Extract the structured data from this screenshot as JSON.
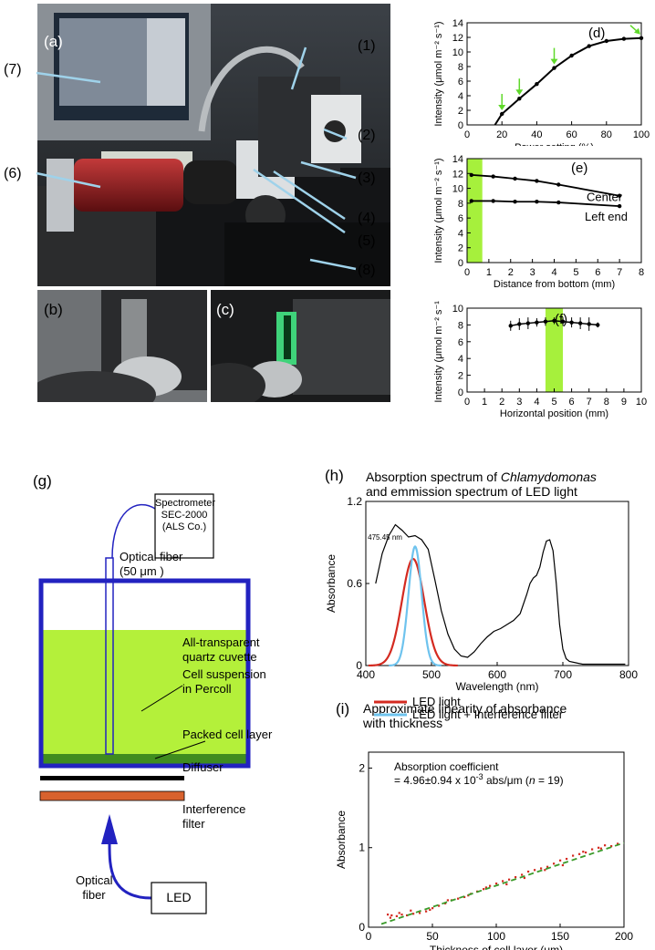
{
  "panels": {
    "a": "(a)",
    "b": "(b)",
    "c": "(c)",
    "d": "(d)",
    "e": "(e)",
    "f": "(f)",
    "g": "(g)",
    "h": "(h)",
    "i": "(i)"
  },
  "photo_callouts": [
    "(1)",
    "(2)",
    "(3)",
    "(4)",
    "(5)",
    "(6)",
    "(7)",
    "(8)"
  ],
  "colors": {
    "green_highlight": "#a6f03c",
    "led_red": "#d42a20",
    "filter_blue": "#6ec3ee",
    "fit_green": "#3a9a2a",
    "cuvette_blue": "#2222c0",
    "suspension": "#b4f03a",
    "packed_layer": "#3f8c1f",
    "filter_orange": "#d8622e",
    "callout_line": "#9fd2ea"
  },
  "diagram": {
    "spectrometer_line1": "Spectrometer",
    "spectrometer_line2": "SEC-2000",
    "spectrometer_line3": "(ALS Co.)",
    "fiber_top_line1": "Optical fiber",
    "fiber_top_line2": "(50 μm )",
    "cuvette_line1": "All-transparent",
    "cuvette_line2": "quartz cuvette",
    "suspension_line1": "Cell suspension",
    "suspension_line2": "in Percoll",
    "packed": "Packed cell layer",
    "diffuser": "Diffuser",
    "filter_line1": "Interference",
    "filter_line2": "filter",
    "fiber_bottom_line1": "Optical",
    "fiber_bottom_line2": "fiber",
    "led": "LED"
  },
  "chart_data": [
    {
      "id": "d",
      "type": "line",
      "xlabel": "Power setting (%)",
      "ylabel": "Intensity (μmol m⁻² s⁻¹)",
      "xlim": [
        0,
        100
      ],
      "ylim": [
        0,
        14
      ],
      "xticks": [
        "0",
        "20",
        "40",
        "60",
        "80",
        "100"
      ],
      "yticks": [
        "0",
        "2",
        "4",
        "6",
        "8",
        "10",
        "12",
        "14"
      ],
      "series": [
        {
          "x": [
            20,
            30,
            40,
            50,
            60,
            70,
            80,
            90,
            100
          ],
          "values": [
            1.5,
            3.6,
            5.6,
            7.8,
            9.5,
            10.8,
            11.5,
            11.8,
            11.9
          ]
        }
      ],
      "arrows_at_x": [
        20,
        30,
        50,
        100
      ]
    },
    {
      "id": "e",
      "type": "line",
      "xlabel": "Distance from bottom (mm)",
      "ylabel": "Intensity (μmol m⁻² s⁻¹)",
      "xlim": [
        0,
        8
      ],
      "ylim": [
        0,
        14
      ],
      "xticks": [
        "0",
        "1",
        "2",
        "3",
        "4",
        "5",
        "6",
        "7",
        "8"
      ],
      "yticks": [
        "0",
        "2",
        "4",
        "6",
        "8",
        "10",
        "12",
        "14"
      ],
      "highlight_x": [
        0,
        0.7
      ],
      "series": [
        {
          "name": "Center",
          "x": [
            0.2,
            1.2,
            2.2,
            3.2,
            4.2,
            7
          ],
          "values": [
            11.8,
            11.6,
            11.3,
            11.0,
            10.5,
            9.0
          ]
        },
        {
          "name": "Left end",
          "x": [
            0.2,
            1.2,
            2.2,
            3.2,
            4.2,
            7
          ],
          "values": [
            8.3,
            8.3,
            8.2,
            8.2,
            8.1,
            7.6
          ]
        }
      ]
    },
    {
      "id": "f",
      "type": "scatter",
      "xlabel": "Horizontal position (mm)",
      "ylabel": "Intensity (μmol m⁻² s⁻¹)",
      "xlim": [
        0,
        10
      ],
      "ylim": [
        0,
        10
      ],
      "xticks": [
        "0",
        "1",
        "2",
        "3",
        "4",
        "5",
        "6",
        "7",
        "8",
        "9",
        "10"
      ],
      "yticks": [
        "0",
        "2",
        "4",
        "6",
        "8",
        "10"
      ],
      "highlight_x": [
        4.5,
        5.5
      ],
      "series": [
        {
          "x": [
            2.5,
            3.0,
            3.5,
            4.0,
            4.5,
            5.0,
            5.5,
            6.0,
            6.5,
            7.0,
            7.5
          ],
          "values": [
            7.9,
            8.1,
            8.2,
            8.3,
            8.4,
            8.5,
            8.4,
            8.3,
            8.2,
            8.1,
            8.0
          ],
          "err": [
            0.6,
            0.7,
            0.7,
            0.5,
            0.5,
            0.4,
            0.5,
            0.6,
            0.7,
            0.8,
            0.3
          ]
        }
      ]
    },
    {
      "id": "h",
      "type": "line",
      "title_line1_prefix": "Absorption spectrum of ",
      "title_line1_italic": "Chlamydomonas",
      "title_line2": "and emmission spectrum of LED light",
      "xlabel": "Wavelength (nm)",
      "ylabel": "Absorbance",
      "xlim": [
        400,
        800
      ],
      "ylim": [
        0,
        1.2
      ],
      "xticks": [
        "400",
        "500",
        "600",
        "700",
        "800"
      ],
      "yticks": [
        "0",
        "0.6",
        "1.2"
      ],
      "peak_annotation": "475.45 nm",
      "series": [
        {
          "name": "absorbance",
          "x": [
            415,
            425,
            435,
            445,
            455,
            465,
            475,
            485,
            495,
            505,
            515,
            525,
            535,
            545,
            555,
            565,
            575,
            585,
            595,
            605,
            615,
            625,
            635,
            645,
            650,
            655,
            660,
            665,
            670,
            675,
            680,
            685,
            690,
            695,
            700,
            705,
            710,
            720,
            730,
            740,
            750,
            760,
            770,
            780,
            790,
            795
          ],
          "values": [
            0.6,
            0.82,
            0.95,
            1.03,
            0.99,
            0.94,
            0.95,
            0.92,
            0.85,
            0.63,
            0.4,
            0.23,
            0.12,
            0.07,
            0.06,
            0.1,
            0.16,
            0.21,
            0.25,
            0.27,
            0.3,
            0.33,
            0.38,
            0.52,
            0.6,
            0.64,
            0.66,
            0.72,
            0.83,
            0.91,
            0.92,
            0.84,
            0.6,
            0.3,
            0.12,
            0.05,
            0.03,
            0.02,
            0.01,
            0.01,
            0.01,
            0.01,
            0.01,
            0.01,
            0.01,
            0.01
          ]
        },
        {
          "name": "LED light",
          "peak": 472,
          "sigma": 17,
          "amplitude": 0.78
        },
        {
          "name": "LED light + Interference filter",
          "peak": 475,
          "sigma": 10,
          "amplitude": 0.87
        }
      ]
    },
    {
      "id": "i",
      "type": "scatter",
      "title_line1": "Approximate linearity of absorbance",
      "title_line2": "with thickness",
      "annotation_line1": "Absorption coefficient",
      "annotation_line2_prefix": "= 4.96±0.94 x 10",
      "annotation_exponent": "-3",
      "annotation_line2_mid": " abs/μm (",
      "annotation_n": "n",
      "annotation_line2_suffix": " = 19)",
      "xlabel": "Thickness of cell layer (μm)",
      "ylabel": "Absorbance",
      "xlim": [
        0,
        200
      ],
      "ylim": [
        0,
        2.2
      ],
      "xticks": [
        "0",
        "50",
        "100",
        "150",
        "200"
      ],
      "yticks": [
        "0",
        "1",
        "2"
      ],
      "fit": {
        "x": [
          10,
          200
        ],
        "y": [
          0.04,
          1.06
        ]
      },
      "series": [
        {
          "x": [
            15,
            18,
            22,
            26,
            30,
            35,
            40,
            45,
            50,
            55,
            60,
            65,
            70,
            75,
            80,
            85,
            90,
            95,
            100,
            105,
            110,
            115,
            120,
            125,
            130,
            135,
            140,
            145,
            150,
            155,
            160,
            165,
            170,
            175,
            180,
            185,
            190,
            195,
            17,
            24,
            33,
            48,
            62,
            78,
            92,
            108,
            122,
            138,
            152,
            168,
            182
          ],
          "values": [
            0.16,
            0.15,
            0.14,
            0.16,
            0.15,
            0.17,
            0.18,
            0.2,
            0.24,
            0.27,
            0.3,
            0.34,
            0.36,
            0.38,
            0.42,
            0.45,
            0.48,
            0.52,
            0.55,
            0.58,
            0.6,
            0.63,
            0.66,
            0.7,
            0.72,
            0.74,
            0.76,
            0.8,
            0.84,
            0.86,
            0.9,
            0.92,
            0.94,
            0.98,
            1.0,
            1.03,
            1.02,
            1.05,
            0.12,
            0.18,
            0.21,
            0.22,
            0.34,
            0.4,
            0.5,
            0.54,
            0.62,
            0.72,
            0.78,
            0.95,
            0.99
          ]
        }
      ]
    }
  ],
  "legend_h": [
    "LED light",
    "LED light + Interference filter"
  ]
}
